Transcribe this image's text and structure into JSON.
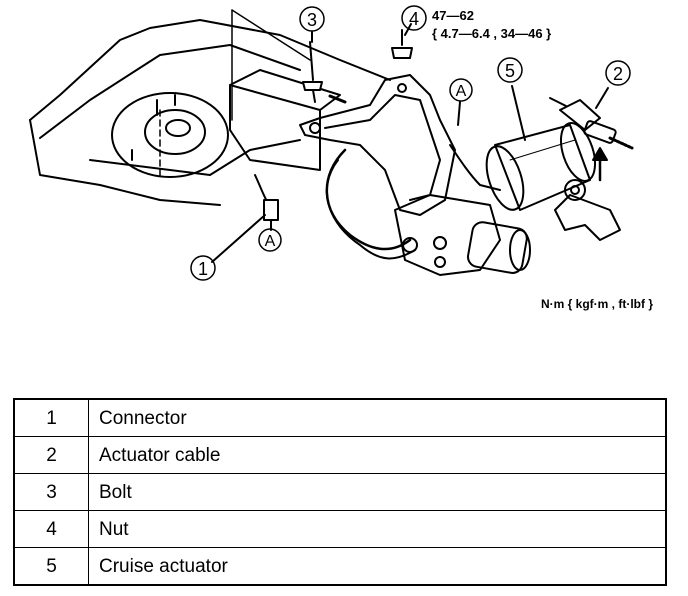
{
  "callouts": {
    "connector": "1",
    "actuator_cable": "2",
    "bolt": "3",
    "nut": "4",
    "cruise_actuator": "5",
    "connection_a_upper": "A",
    "connection_a_lower": "A"
  },
  "torque_spec": {
    "nm": "47—62",
    "alt": "{ 4.7—6.4 , 34—46 }"
  },
  "units_label": "N·m { kgf·m , ft·lbf }",
  "legend": [
    {
      "num": "1",
      "name": "Connector"
    },
    {
      "num": "2",
      "name": "Actuator cable"
    },
    {
      "num": "3",
      "name": "Bolt"
    },
    {
      "num": "4",
      "name": "Nut"
    },
    {
      "num": "5",
      "name": "Cruise actuator"
    }
  ]
}
